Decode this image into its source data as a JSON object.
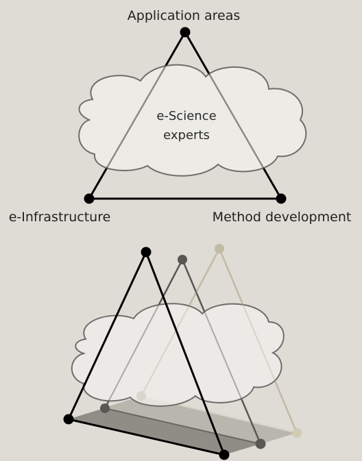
{
  "top_diagram": {
    "labels": {
      "top": "Application areas",
      "left": "e-Infrastructure",
      "right": "Method development"
    },
    "cloud": {
      "line1": "e-Science",
      "line2": "experts"
    }
  },
  "bottom_diagram": {
    "layers": 3,
    "colors": [
      "#000000",
      "#5a5753",
      "#c2bba4"
    ]
  },
  "colors": {
    "background": "#dedcd5",
    "cloud_fill": "#eeede9",
    "cloud_stroke": "#6e6d6b"
  }
}
